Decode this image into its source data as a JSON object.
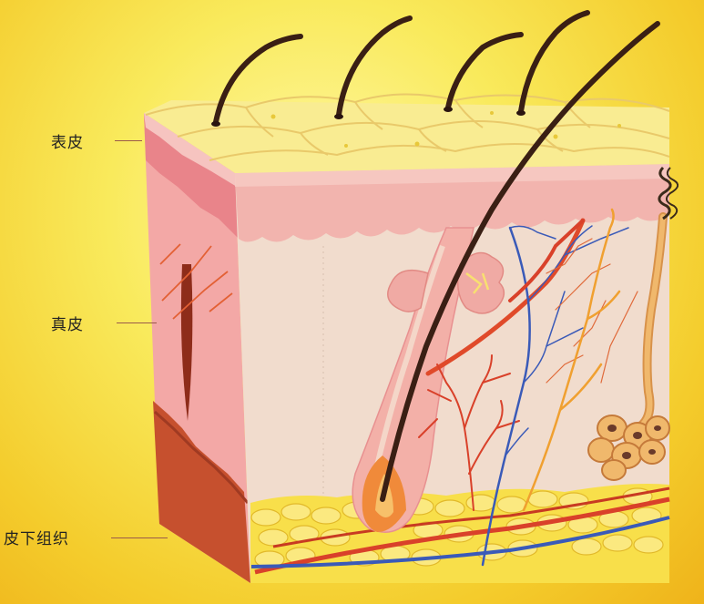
{
  "labels": {
    "epidermis": "表皮",
    "dermis": "真皮",
    "subcutaneous": "皮下组织"
  },
  "colors": {
    "background": "#f6d43a",
    "epidermis_top": "#f9ec92",
    "epidermis_side": "#f2b0b0",
    "dermis": "#f1dccd",
    "dermis_side": "#f2a8a8",
    "subcutaneous_fat": "#f8df4a",
    "artery": "#d9412a",
    "vein": "#3a5ab8",
    "nerve": "#f0a030",
    "hair": "#3a1f14"
  }
}
